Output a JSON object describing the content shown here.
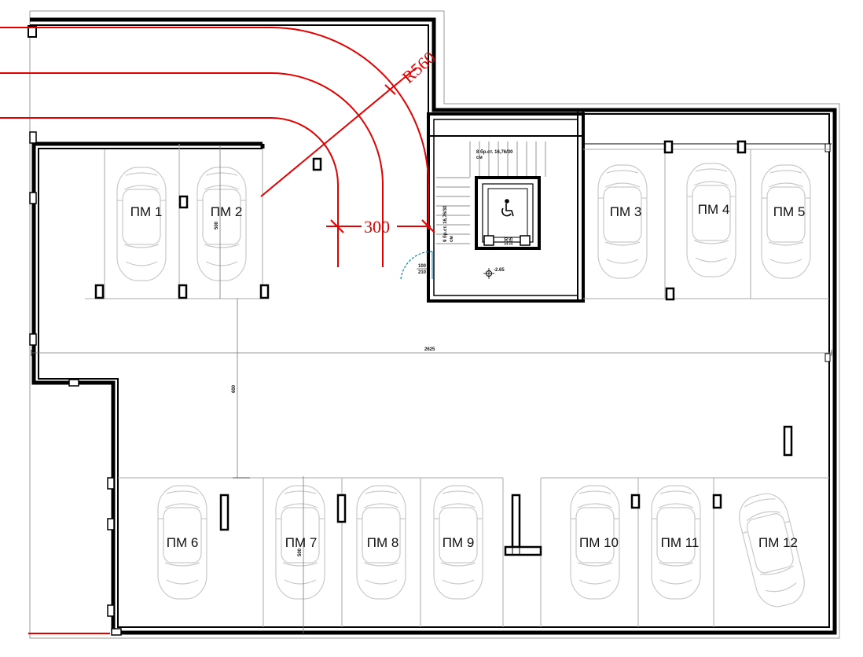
{
  "colors": {
    "wall": "#000000",
    "radius_lines": "#e30000",
    "car_outline": "#c9c9c9",
    "bay_lines": "#a8a8a8",
    "door_arc": "#0a7fa3"
  },
  "parking_spaces": [
    {
      "id": "pm1",
      "label": "ПМ 1"
    },
    {
      "id": "pm2",
      "label": "ПМ 2"
    },
    {
      "id": "pm3",
      "label": "ПМ 3"
    },
    {
      "id": "pm4",
      "label": "ПМ 4"
    },
    {
      "id": "pm5",
      "label": "ПМ 5"
    },
    {
      "id": "pm6",
      "label": "ПМ 6"
    },
    {
      "id": "pm7",
      "label": "ПМ 7"
    },
    {
      "id": "pm8",
      "label": "ПМ 8"
    },
    {
      "id": "pm9",
      "label": "ПМ 9"
    },
    {
      "id": "pm10",
      "label": "ПМ 10"
    },
    {
      "id": "pm11",
      "label": "ПМ 11"
    },
    {
      "id": "pm12",
      "label": "ПМ 12"
    }
  ],
  "annotations": {
    "radius": "R560",
    "aisle_width": "300",
    "total_width": "2625",
    "aisle_depth": "600",
    "bay_depth_top": "500",
    "bay_depth_bottom": "500",
    "door_width": "100",
    "door_height": "210",
    "level_mark": "-2.65",
    "stair_top_line1": "8 бр.ст. 16,76/30",
    "stair_top_line2": "см",
    "stair_side_line1": "9 бр.ст. 16,76/30",
    "stair_side_line2": "см",
    "lift_dim_1": "100",
    "lift_dim_2": "125"
  },
  "icons": {
    "lift": "wheelchair-icon",
    "level": "level-marker-icon"
  }
}
